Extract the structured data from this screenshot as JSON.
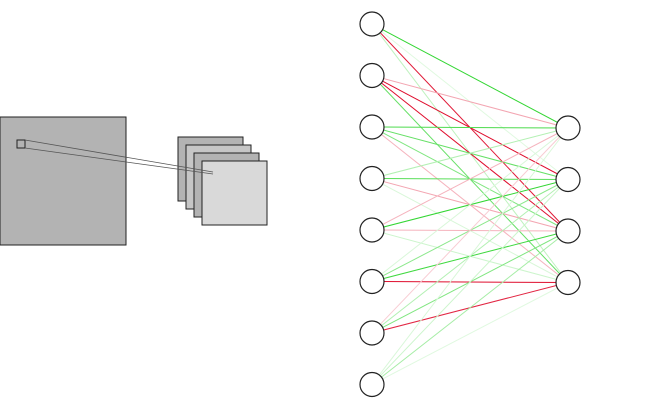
{
  "colors": {
    "background": "#ffffff",
    "stroke": "#222222",
    "input_fill": "#b3b3b3",
    "map_fill_dark": "#b3b3b3",
    "map_fill_mid": "#c6c6c6",
    "map_fill_light": "#d9d9d9",
    "positive": "#00cc00",
    "negative": "#dd0022"
  },
  "convolution": {
    "feature_map_count": 4
  },
  "network": {
    "layers": [
      {
        "name": "input-layer",
        "size": 8
      },
      {
        "name": "output-layer",
        "size": 4
      }
    ],
    "connections": [
      {
        "from": 0,
        "to": 0,
        "weight": 0.8
      },
      {
        "from": 0,
        "to": 1,
        "weight": 0.1
      },
      {
        "from": 0,
        "to": 2,
        "weight": -0.9
      },
      {
        "from": 0,
        "to": 3,
        "weight": 0.25
      },
      {
        "from": 1,
        "to": 0,
        "weight": -0.35
      },
      {
        "from": 1,
        "to": 1,
        "weight": -0.95
      },
      {
        "from": 1,
        "to": 2,
        "weight": -0.95
      },
      {
        "from": 1,
        "to": 3,
        "weight": 0.6
      },
      {
        "from": 2,
        "to": 0,
        "weight": 0.7
      },
      {
        "from": 2,
        "to": 1,
        "weight": 0.6
      },
      {
        "from": 2,
        "to": 2,
        "weight": 0.5
      },
      {
        "from": 2,
        "to": 3,
        "weight": -0.3
      },
      {
        "from": 3,
        "to": 0,
        "weight": 0.3
      },
      {
        "from": 3,
        "to": 1,
        "weight": 0.65
      },
      {
        "from": 3,
        "to": 2,
        "weight": -0.35
      },
      {
        "from": 3,
        "to": 3,
        "weight": 0.15
      },
      {
        "from": 4,
        "to": 0,
        "weight": -0.3
      },
      {
        "from": 4,
        "to": 1,
        "weight": 0.8
      },
      {
        "from": 4,
        "to": 2,
        "weight": -0.3
      },
      {
        "from": 4,
        "to": 3,
        "weight": 0.2
      },
      {
        "from": 5,
        "to": 0,
        "weight": 0.15
      },
      {
        "from": 5,
        "to": 1,
        "weight": 0.45
      },
      {
        "from": 5,
        "to": 2,
        "weight": 0.75
      },
      {
        "from": 5,
        "to": 3,
        "weight": -0.95
      },
      {
        "from": 6,
        "to": 0,
        "weight": -0.2
      },
      {
        "from": 6,
        "to": 1,
        "weight": 0.3
      },
      {
        "from": 6,
        "to": 2,
        "weight": 0.5
      },
      {
        "from": 6,
        "to": 3,
        "weight": -0.85
      },
      {
        "from": 7,
        "to": 0,
        "weight": 0.15
      },
      {
        "from": 7,
        "to": 1,
        "weight": 0.2
      },
      {
        "from": 7,
        "to": 2,
        "weight": 0.35
      },
      {
        "from": 7,
        "to": 3,
        "weight": 0.1
      }
    ]
  }
}
